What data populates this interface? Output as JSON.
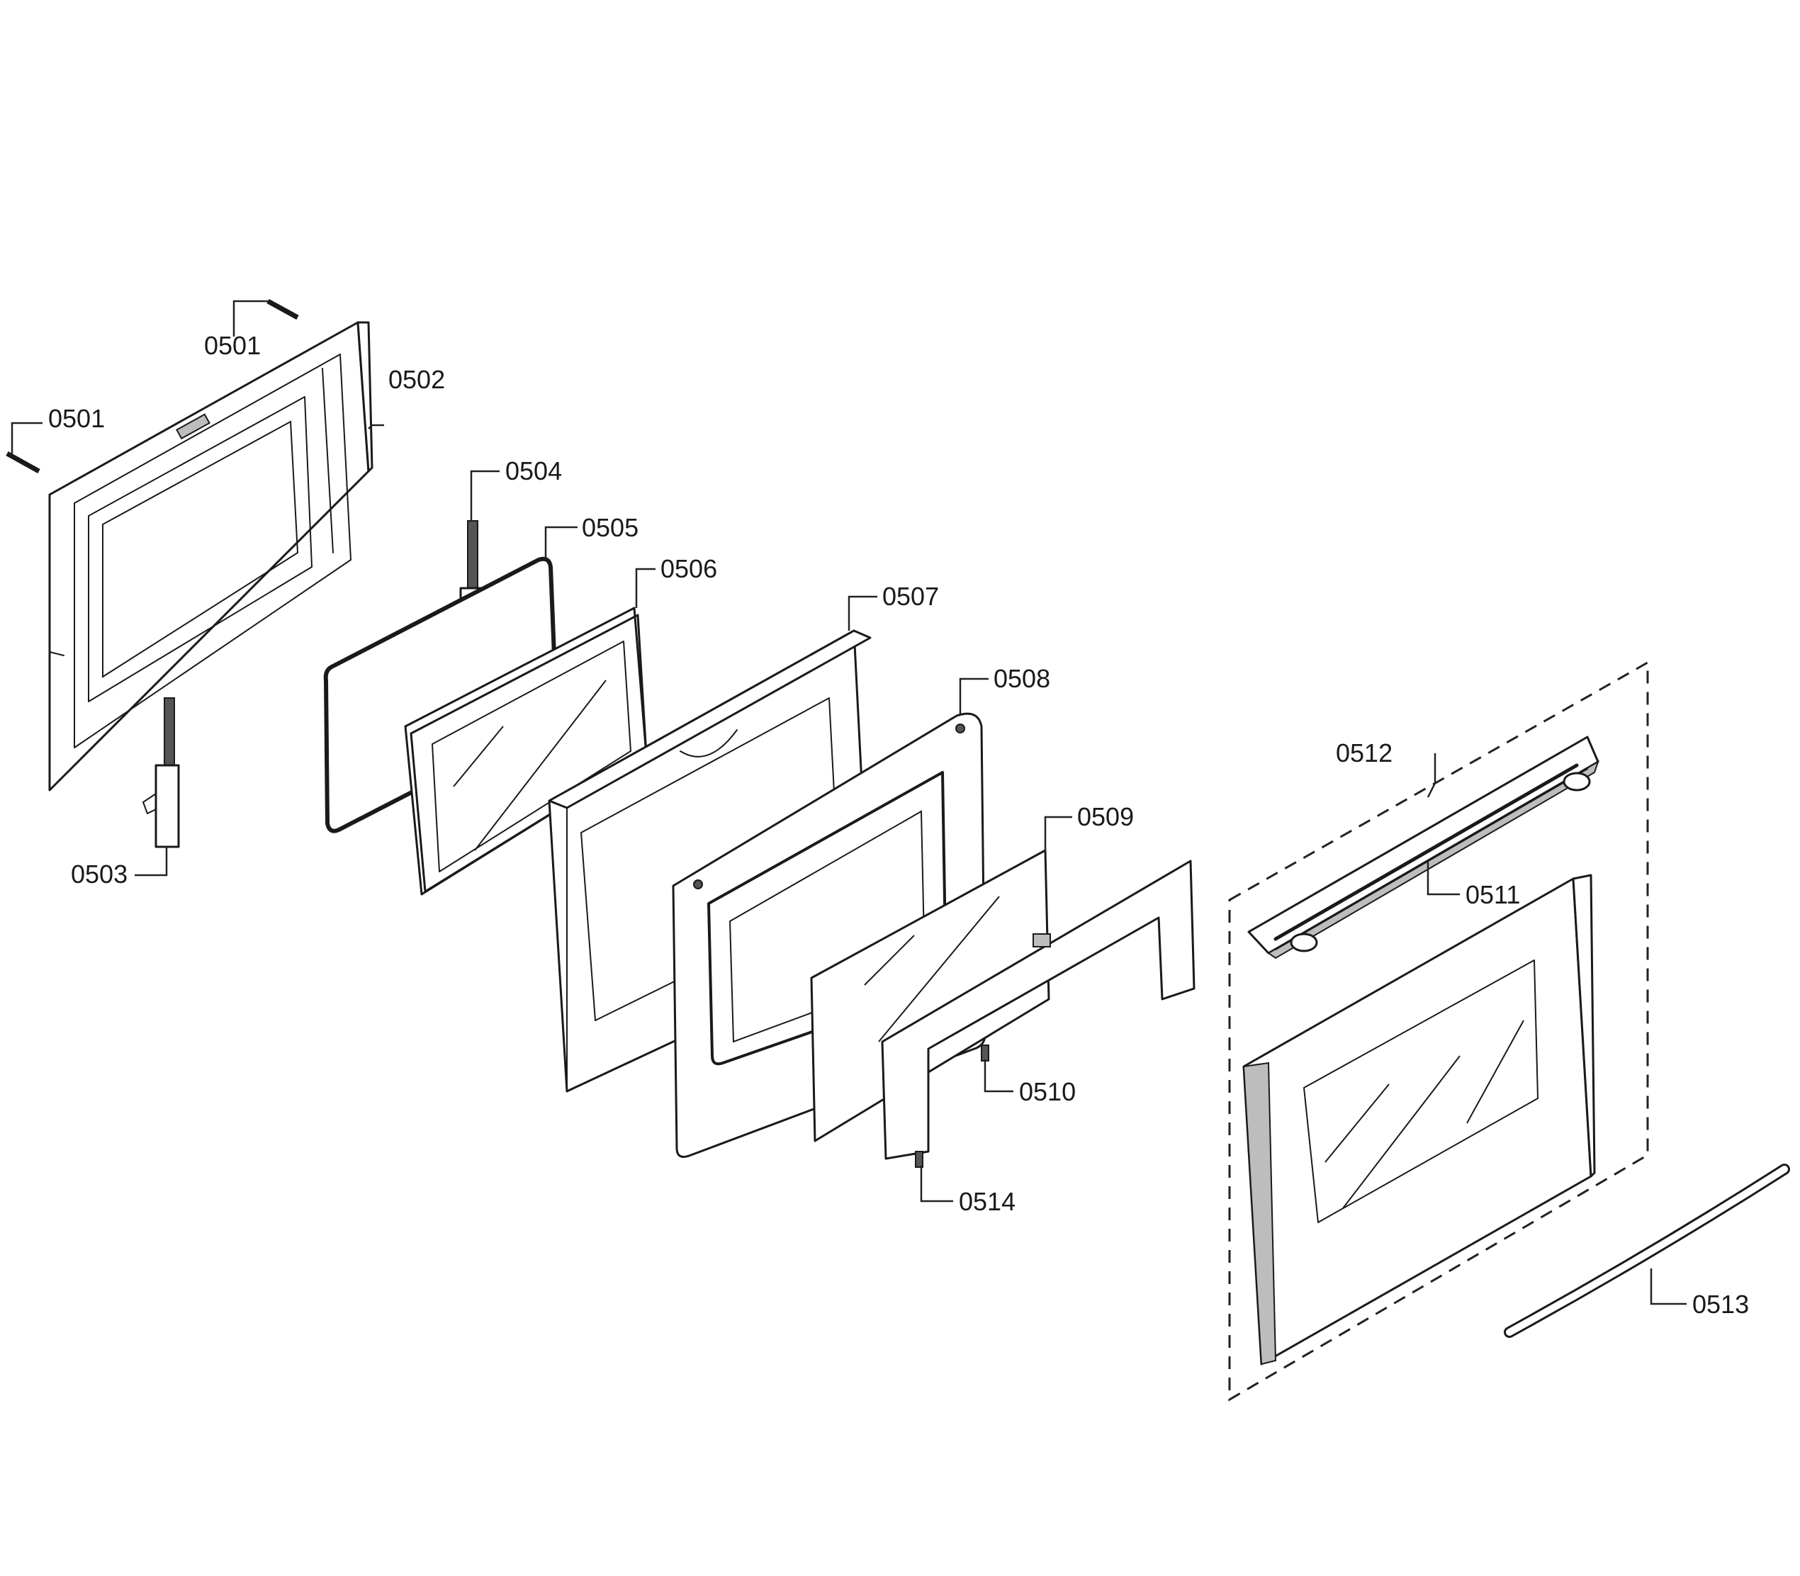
{
  "callouts": {
    "c0501a": "0501",
    "c0501b": "0501",
    "c0502": "0502",
    "c0503": "0503",
    "c0504": "0504",
    "c0505": "0505",
    "c0506": "0506",
    "c0507": "0507",
    "c0508": "0508",
    "c0509": "0509",
    "c0510": "0510",
    "c0511": "0511",
    "c0512": "0512",
    "c0513": "0513",
    "c0514": "0514"
  }
}
